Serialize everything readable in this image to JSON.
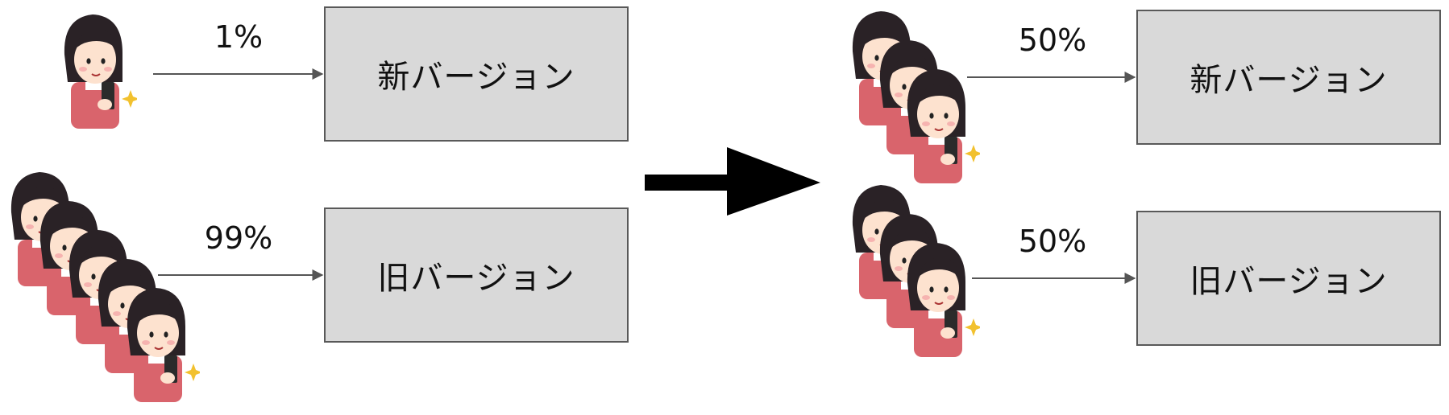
{
  "left": {
    "top": {
      "percent": "1%",
      "target_label": "新バージョン",
      "people_count": 1
    },
    "bottom": {
      "percent": "99%",
      "target_label": "旧バージョン",
      "people_count": 5
    }
  },
  "right": {
    "top": {
      "percent": "50%",
      "target_label": "新バージョン",
      "people_count": 3
    },
    "bottom": {
      "percent": "50%",
      "target_label": "旧バージョン",
      "people_count": 3
    }
  },
  "colors": {
    "box_fill": "#d9d9d9",
    "box_border": "#595959",
    "arrow_line": "#555555",
    "transition_arrow": "#000000",
    "hair": "#2a2226",
    "skin": "#fde2cf",
    "shirt": "#d9646c",
    "phone": "#2b2b2b",
    "sparkle": "#f2c12e"
  },
  "icons": {
    "person": "woman-with-smartphone-icon",
    "sparkle": "sparkle-icon",
    "transition": "right-arrow-icon"
  }
}
